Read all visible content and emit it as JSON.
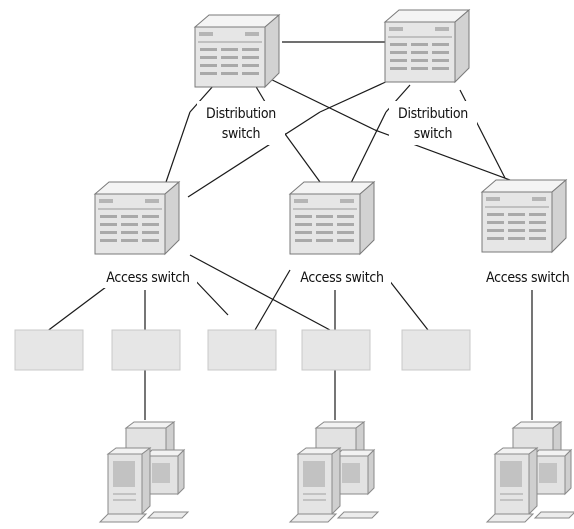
{
  "diagram": {
    "labels": {
      "dist1_line1": "Distribution",
      "dist1_line2": "switch",
      "dist2_line1": "Distribution",
      "dist2_line2": "switch",
      "access1": "Access switch",
      "access2": "Access switch",
      "access3": "Access switch"
    }
  }
}
